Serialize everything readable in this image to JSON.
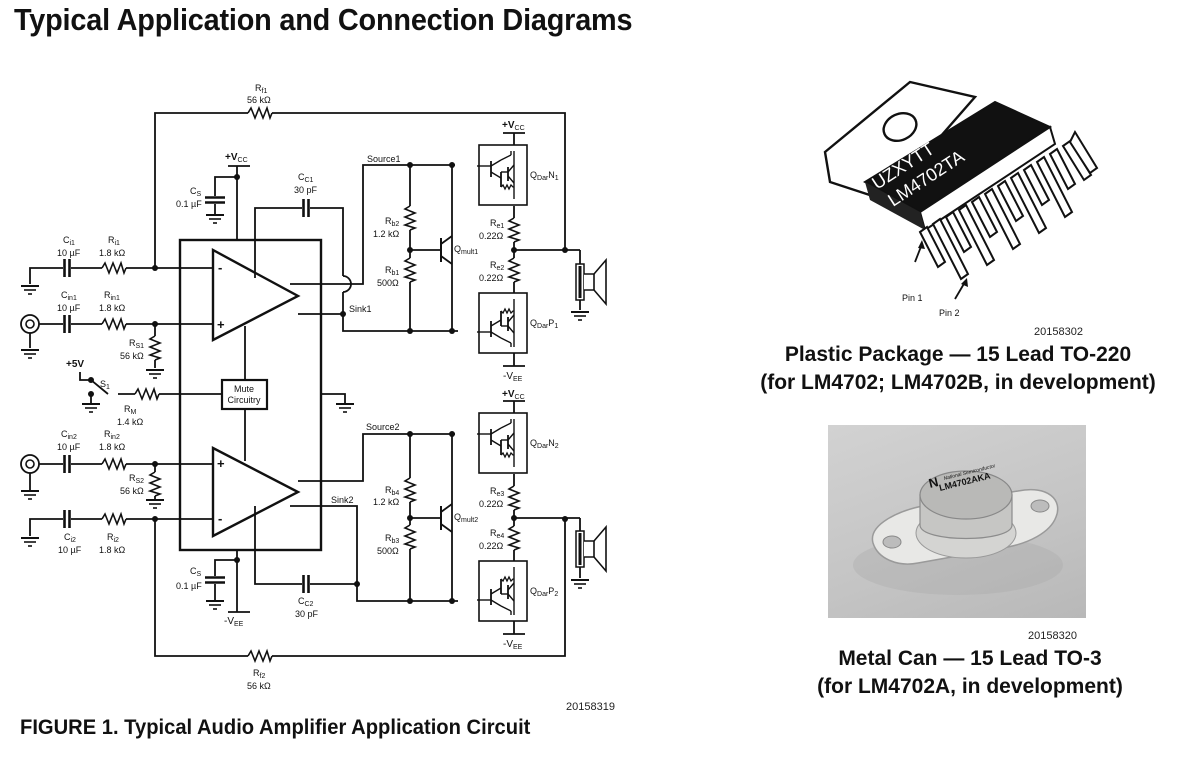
{
  "page": {
    "title": "Typical Application and Connection Diagrams"
  },
  "figure1": {
    "caption": "FIGURE 1. Typical Audio Amplifier Application Circuit",
    "figure_id": "20158319",
    "labels": {
      "rf1_name": "R",
      "rf1_sub": "f1",
      "rf1_val": "56 kΩ",
      "rf2_name": "R",
      "rf2_sub": "f2",
      "rf2_val": "56 kΩ",
      "vcc": "+V",
      "vcc_sub": "CC",
      "vee": "-V",
      "vee_sub": "EE",
      "cs_name": "C",
      "cs_sub": "S",
      "cs_val": "0.1 µF",
      "cc1_name": "C",
      "cc1_sub": "C1",
      "cc1_val": "30 pF",
      "cc2_name": "C",
      "cc2_sub": "C2",
      "cc2_val": "30 pF",
      "ci1_name": "C",
      "ci1_sub": "i1",
      "ci1_val": "10 µF",
      "ri1_name": "R",
      "ri1_sub": "i1",
      "ri1_val": "1.8 kΩ",
      "cin1_name": "C",
      "cin1_sub": "in1",
      "cin1_val": "10 µF",
      "rin1_name": "R",
      "rin1_sub": "in1",
      "rin1_val": "1.8 kΩ",
      "rs1_name": "R",
      "rs1_sub": "S1",
      "rs1_val": "56 kΩ",
      "plus5v": "+5V",
      "s1_name": "S",
      "s1_sub": "1",
      "rm_name": "R",
      "rm_sub": "M",
      "rm_val": "1.4 kΩ",
      "mute_line1": "Mute",
      "mute_line2": "Circuitry",
      "cin2_name": "C",
      "cin2_sub": "in2",
      "cin2_val": "10 µF",
      "rin2_name": "R",
      "rin2_sub": "in2",
      "rin2_val": "1.8 kΩ",
      "rs2_name": "R",
      "rs2_sub": "S2",
      "rs2_val": "56 kΩ",
      "ci2_name": "C",
      "ci2_sub": "i2",
      "ci2_val": "10 µF",
      "ri2_name": "R",
      "ri2_sub": "i2",
      "ri2_val": "1.8 kΩ",
      "source1": "Source1",
      "sink1": "Sink1",
      "source2": "Source2",
      "sink2": "Sink2",
      "rb2_name": "R",
      "rb2_sub": "b2",
      "rb2_val": "1.2 kΩ",
      "rb1_name": "R",
      "rb1_sub": "b1",
      "rb1_val": "500Ω",
      "rb4_name": "R",
      "rb4_sub": "b4",
      "rb4_val": "1.2 kΩ",
      "rb3_name": "R",
      "rb3_sub": "b3",
      "rb3_val": "500Ω",
      "qmult1_name": "Q",
      "qmult1_sub": "mult1",
      "qmult2_name": "Q",
      "qmult2_sub": "mult2",
      "re1_name": "R",
      "re1_sub": "e1",
      "re1_val": "0.22Ω",
      "re2_name": "R",
      "re2_sub": "e2",
      "re2_val": "0.22Ω",
      "re3_name": "R",
      "re3_sub": "e3",
      "re3_val": "0.22Ω",
      "re4_name": "R",
      "re4_sub": "e4",
      "re4_val": "0.22Ω",
      "qn1_name": "Q",
      "qn1_sub": "Dar",
      "qn1_suffix": "N",
      "qn1_num": "1",
      "qp1_name": "Q",
      "qp1_sub": "Dar",
      "qp1_suffix": "P",
      "qp1_num": "1",
      "qn2_name": "Q",
      "qn2_sub": "Dar",
      "qn2_suffix": "N",
      "qn2_num": "2",
      "qp2_name": "Q",
      "qp2_sub": "Dar",
      "qp2_suffix": "P",
      "qp2_num": "2",
      "opamp_minus": "-",
      "opamp_plus": "+"
    }
  },
  "package_plastic": {
    "figure_id": "20158302",
    "caption_line1": "Plastic Package — 15 Lead TO-220",
    "caption_line2": "(for LM4702; LM4702B, in development)",
    "marking_line1": "UZXYTT",
    "marking_line2": "LM4702TA",
    "pin1_label": "Pin 1",
    "pin2_label": "Pin 2"
  },
  "package_metal": {
    "figure_id": "20158320",
    "caption_line1": "Metal Can — 15 Lead TO-3",
    "caption_line2": "(for LM4702A, in development)",
    "marking_brand": "National Semiconductor",
    "marking_part": "LM4702AKA"
  }
}
